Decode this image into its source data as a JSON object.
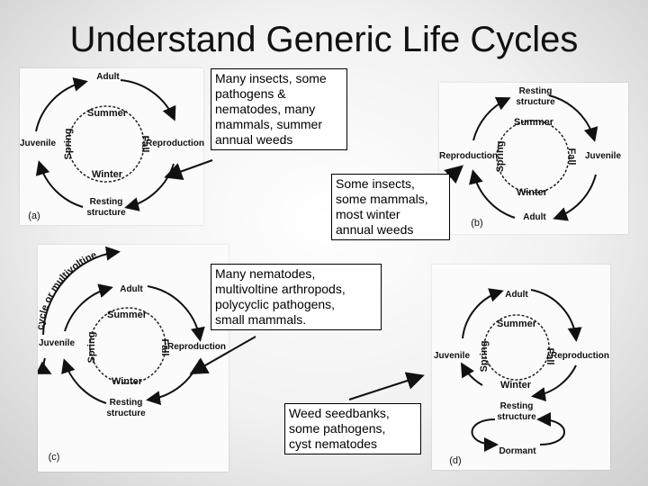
{
  "title": "Understand Generic Life Cycles",
  "panels": {
    "a": {
      "label": "(a)",
      "stages": {
        "top": "Adult",
        "right": "Reproduction",
        "bottom": "Resting\nstructure",
        "left": "Juvenile"
      },
      "seasons": {
        "top": "Summer",
        "right": "Fall",
        "bottom": "Winter",
        "left": "Spring"
      }
    },
    "b": {
      "label": "(b)",
      "stages": {
        "top": "Resting\nstructure",
        "right": "Juvenile",
        "bottom": "Adult",
        "left": "Reproduction"
      },
      "seasons": {
        "top": "Summer",
        "right": "Fall",
        "bottom": "Winter",
        "left": "Spring"
      }
    },
    "c": {
      "label": "(c)",
      "arc_text": "cycle or multivoltine",
      "stages": {
        "top": "Adult",
        "right": "Reproduction",
        "bottom": "Resting\nstructure",
        "left": "Juvenile"
      },
      "seasons": {
        "top": "Summer",
        "right": "Fall",
        "bottom": "Winter",
        "left": "Spring"
      }
    },
    "d": {
      "label": "(d)",
      "stages": {
        "top": "Adult",
        "right": "Reproduction",
        "bottom": "Resting\nstructure",
        "left": "Juvenile",
        "extra": "Dormant"
      },
      "seasons": {
        "top": "Summer",
        "right": "Fall",
        "bottom": "Winter",
        "left": "Spring"
      }
    }
  },
  "callouts": {
    "c1": [
      "Many insects, some",
      "pathogens &",
      "nematodes, many",
      "mammals, summer",
      "annual weeds"
    ],
    "c2": [
      "Some insects,",
      "some mammals,",
      "most winter",
      "annual weeds"
    ],
    "c3": [
      "Many nematodes,",
      "multivoltine arthropods,",
      "polycyclic pathogens,",
      "small mammals."
    ],
    "c4": [
      "Weed seedbanks,",
      "some pathogens,",
      "cyst nematodes"
    ]
  }
}
